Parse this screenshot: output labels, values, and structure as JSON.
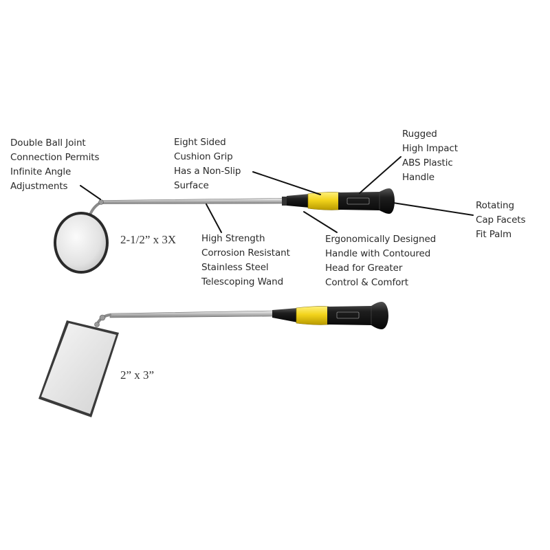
{
  "callouts": {
    "ball_joint": "Double Ball Joint\nConnection Permits\nInfinite Angle\nAdjustments",
    "cushion_grip": "Eight Sided\nCushion Grip\nHas a Non-Slip\nSurface",
    "abs_handle": "Rugged\nHigh Impact\nABS Plastic\nHandle",
    "rotating_cap": "Rotating\nCap Facets\nFit Palm",
    "wand": "High Strength\nCorrosion Resistant\nStainless Steel\nTelescoping Wand",
    "ergonomic": "Ergonomically Designed\nHandle with Contoured\nHead for Greater\nControl & Comfort"
  },
  "sizes": {
    "round_mirror": "2-1/2” x 3X",
    "rect_mirror": "2” x 3”"
  },
  "colors": {
    "grip_yellow": "#f2d31b",
    "handle_black": "#1b1b1b",
    "steel": "#c9c9c9",
    "leader": "#111111"
  }
}
